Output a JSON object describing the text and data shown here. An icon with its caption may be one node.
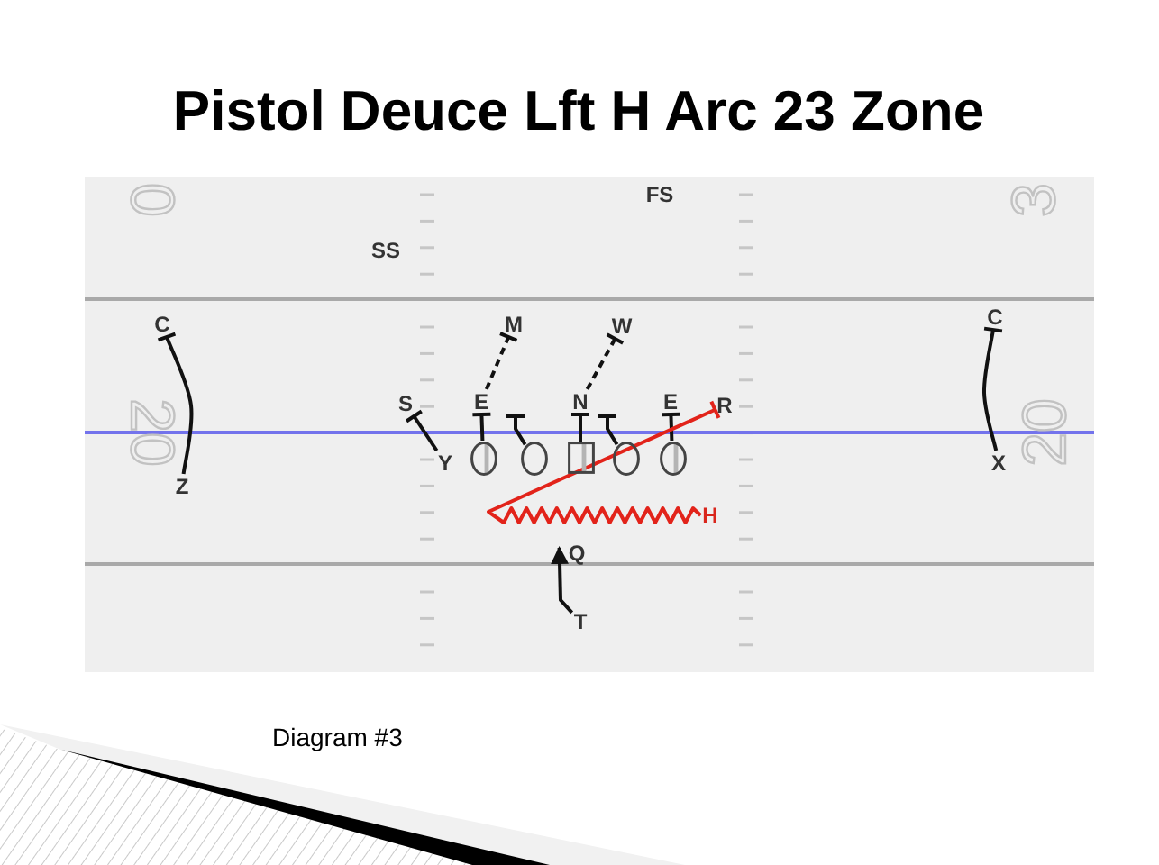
{
  "diagram": {
    "title": "Pistol Deuce Lft H Arc 23 Zone",
    "caption": "Diagram #3",
    "nodes": [
      {
        "text": [
          "C"
        ]
      },
      {
        "text": [
          "M"
        ]
      },
      {
        "text": [
          "W"
        ]
      },
      {
        "text": [
          "C"
        ]
      },
      {
        "text": [
          "S"
        ]
      },
      {
        "text": [
          "E"
        ]
      },
      {
        "text": [
          "N"
        ]
      },
      {
        "text": [
          "E"
        ]
      },
      {
        "text": [
          "R"
        ]
      },
      {
        "text": [
          "Y"
        ]
      },
      {
        "text": [],
        "shape": "circle"
      },
      {
        "text": [],
        "shape": "circle"
      },
      {
        "text": [],
        "shape": "box"
      },
      {
        "text": [],
        "shape": "circle"
      },
      {
        "text": [],
        "shape": "circle"
      },
      {
        "text": [
          "X"
        ]
      },
      {
        "text": [
          "Z"
        ]
      },
      {
        "text": [
          "H"
        ]
      },
      {
        "text": [
          "Q"
        ]
      },
      {
        "text": [
          "T"
        ]
      }
    ],
    "edges": [
      {
        "from": 16,
        "to": 0,
        "arrow": "other"
      },
      {
        "from": 15,
        "to": 3,
        "arrow": "other"
      },
      {
        "from": 9,
        "to": 4,
        "arrow": "other"
      },
      {
        "from": 10,
        "to": 5,
        "arrow": "other"
      },
      {
        "from": 5,
        "to": 1,
        "arrow": "other",
        "style": "dashed"
      },
      {
        "from": 11,
        "to": null,
        "arrow": "other"
      },
      {
        "from": 12,
        "to": 6,
        "arrow": "other"
      },
      {
        "from": 6,
        "to": 2,
        "arrow": "other",
        "style": "dashed"
      },
      {
        "from": 13,
        "to": null,
        "arrow": "other"
      },
      {
        "from": 14,
        "to": 7,
        "arrow": "other"
      },
      {
        "from": 17,
        "to": 8,
        "arrow": "other",
        "color": "#e2231a"
      },
      {
        "from": 19,
        "to": 18,
        "arrow": "to"
      }
    ],
    "labels": [
      "0",
      "FS",
      "3",
      "SS",
      "20",
      "20"
    ]
  }
}
